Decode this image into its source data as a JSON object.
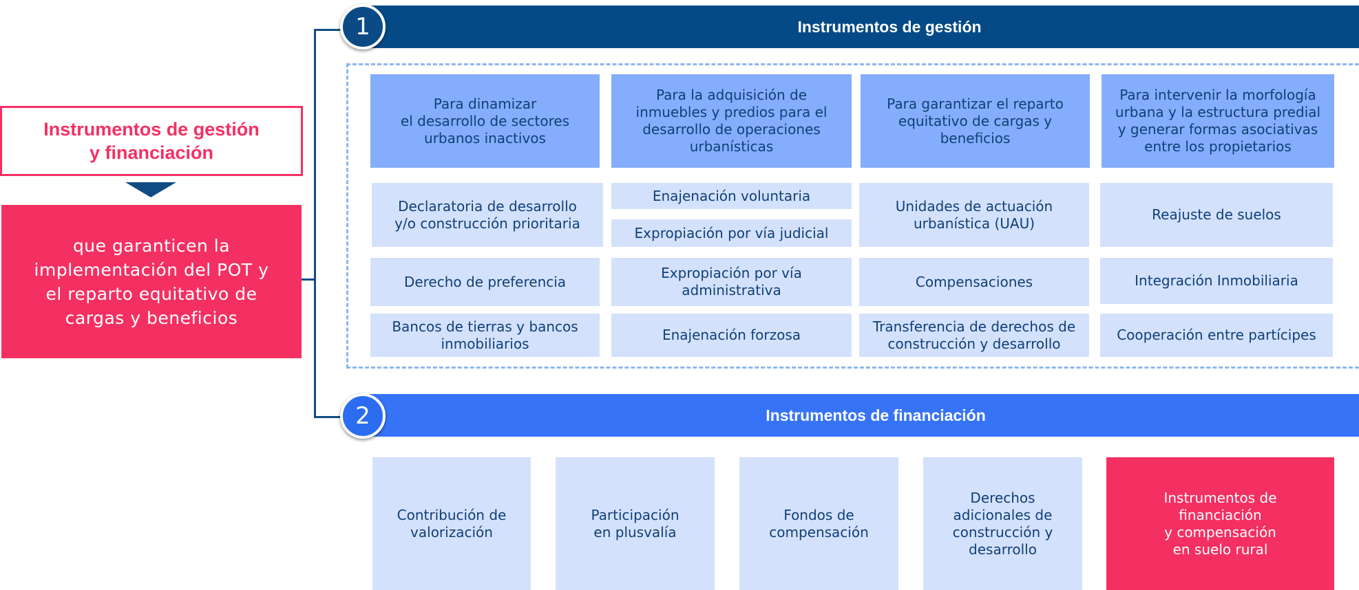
{
  "left": {
    "title": "Instrumentos de gestión\ny financiación",
    "subtitle": "que garanticen la\nimplementación del POT y\nel reparto equitativo de\ncargas y beneficios"
  },
  "section1": {
    "number": "1",
    "title": "Instrumentos de gestión",
    "categories": [
      "Para dinamizar\nel desarrollo de sectores\nurbanos inactivos",
      "Para la adquisición de\ninmuebles y predios para el\ndesarrollo de operaciones\nurbanísticas",
      "Para garantizar el reparto\nequitativo de cargas y\nbeneficios",
      "Para intervenir la morfología\nurbana y la estructura predial\ny generar formas asociativas\nentre los propietarios"
    ],
    "col1": [
      "Declaratoria de desarrollo\ny/o construcción prioritaria",
      "Derecho de preferencia",
      "Bancos de tierras y bancos\ninmobiliarios"
    ],
    "col2": [
      "Enajenación voluntaria",
      "Expropiación por vía judicial",
      "Expropiación por vía\nadministrativa",
      "Enajenación forzosa"
    ],
    "col3": [
      "Unidades de actuación\nurbanística (UAU)",
      "Compensaciones",
      "Transferencia de derechos de\nconstrucción y desarrollo"
    ],
    "col4": [
      "Reajuste de suelos",
      "Integración Inmobiliaria",
      "Cooperación entre partícipes"
    ]
  },
  "section2": {
    "number": "2",
    "title": "Instrumentos de financiación",
    "items": [
      "Contribución de\nvalorización",
      "Participación\nen plusvalía",
      "Fondos de\ncompensación",
      "Derechos\nadicionales de\nconstrucción y\ndesarrollo",
      "Instrumentos de\nfinanciación\ny compensación\nen suelo rural"
    ]
  },
  "colors": {
    "pink": "#f43062",
    "navy": "#034a86",
    "blue": "#3673f7",
    "category_blue": "#84adfd",
    "light_blue": "#d3e1fd",
    "text_dark": "#103f76"
  }
}
